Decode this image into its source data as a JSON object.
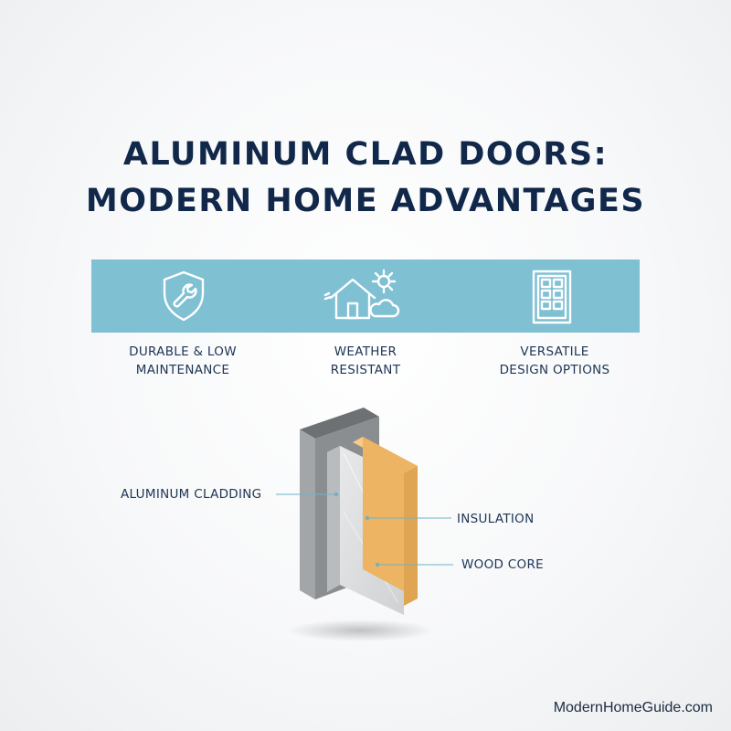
{
  "title": {
    "line1": "ALUMINUM CLAD DOORS:",
    "line2": "MODERN HOME ADVANTAGES"
  },
  "features": [
    {
      "icon": "shield-wrench-icon",
      "line1": "DURABLE & LOW",
      "line2": "MAINTENANCE"
    },
    {
      "icon": "house-weather-icon",
      "line1": "WEATHER",
      "line2": "RESISTANT"
    },
    {
      "icon": "window-door-icon",
      "line1": "VERSATILE",
      "line2": "DESIGN OPTIONS"
    }
  ],
  "diagram": {
    "labels": {
      "cladding": "ALUMINUM CLADDING",
      "insulation": "INSULATION",
      "wood_core": "WOOD CORE"
    }
  },
  "colors": {
    "title": "#11284a",
    "banner": "#7fc0d3",
    "aluminum": "#8a8d90",
    "insulation": "#d8dadc",
    "wood": "#f0b866"
  },
  "footer": {
    "site": "ModernHomeGuide.com"
  }
}
